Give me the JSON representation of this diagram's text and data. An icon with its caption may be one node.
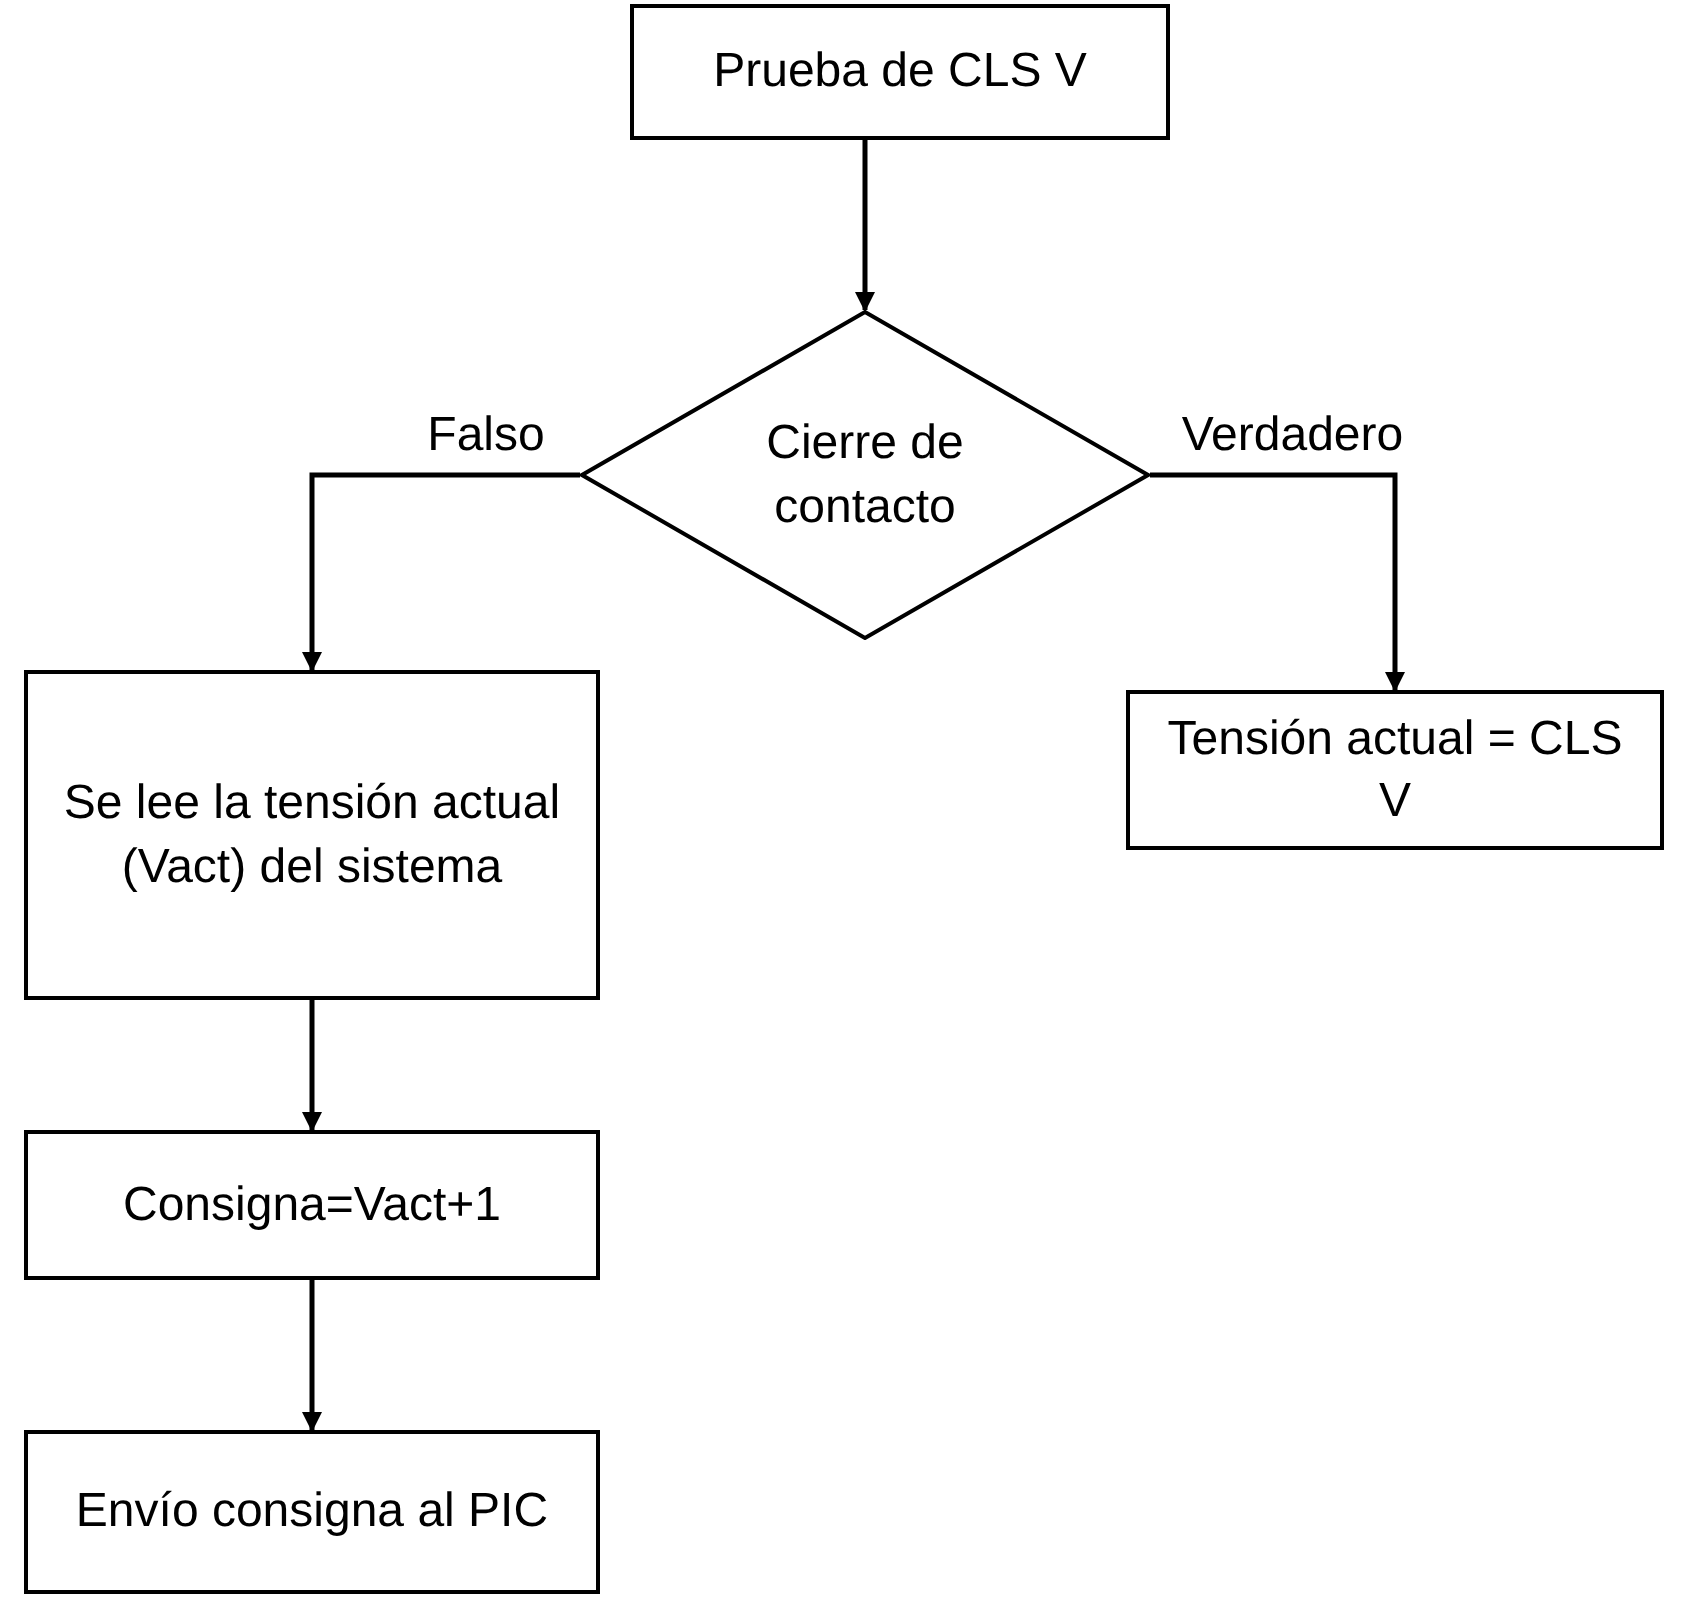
{
  "diagram": {
    "nodes": [
      {
        "text": [
          "Prueba de CLS V"
        ]
      },
      {
        "text": [
          "Cierre de contacto"
        ]
      },
      {
        "text": [
          "Se lee la tensión actual (Vact) del sistema"
        ]
      },
      {
        "text": [
          "Tensión actual = CLS V"
        ]
      },
      {
        "text": [
          "Consigna=Vact+1"
        ]
      },
      {
        "text": [
          "Envío consigna al PIC"
        ]
      }
    ],
    "edges": [
      {
        "from": 0,
        "to": 1,
        "arrow": "to"
      },
      {
        "from": 1,
        "to": 2,
        "arrow": "to",
        "label": "Falso"
      },
      {
        "from": 1,
        "to": 3,
        "arrow": "to",
        "label": "Verdadero"
      },
      {
        "from": 2,
        "to": 4,
        "arrow": "to"
      },
      {
        "from": 4,
        "to": 5,
        "arrow": "to"
      }
    ]
  }
}
